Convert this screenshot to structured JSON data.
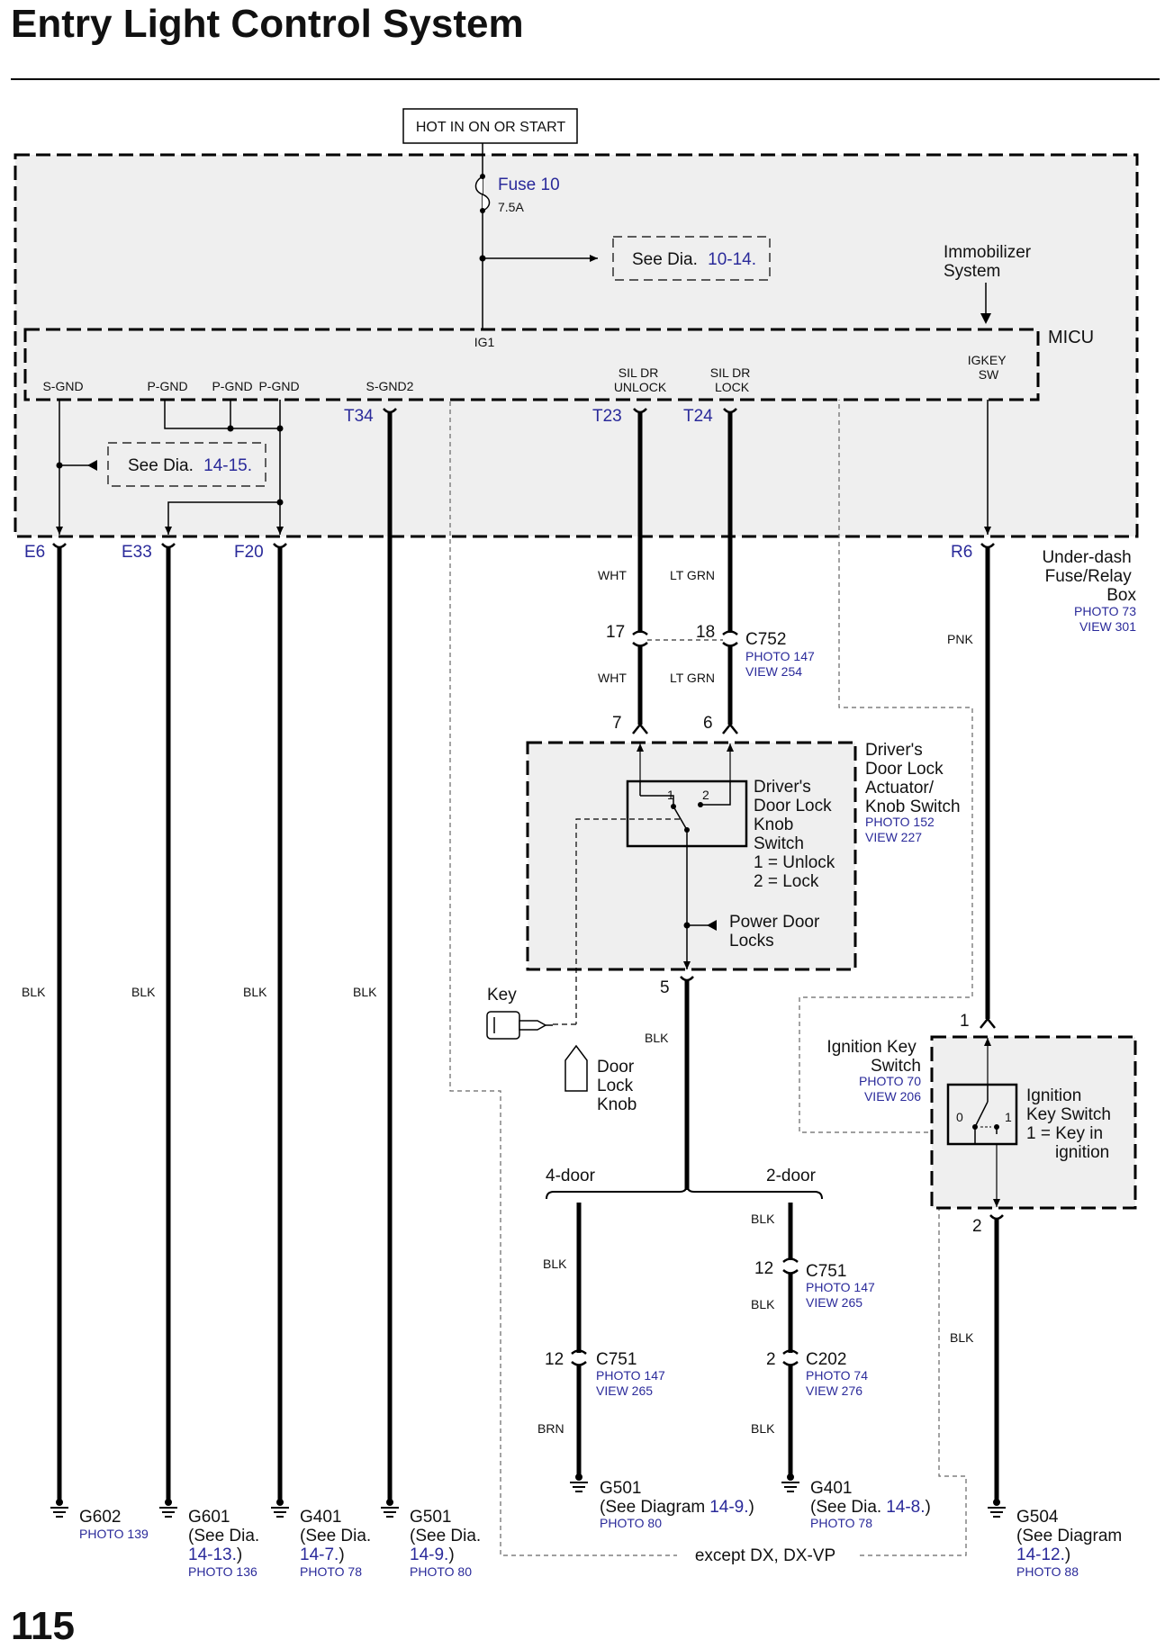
{
  "title": "Entry Light Control System",
  "page_number": "115",
  "colors": {
    "link": "#2a2a9a",
    "box_fill": "#efefef",
    "wire": "#000000"
  },
  "power": {
    "label": "HOT IN ON OR START"
  },
  "fuse": {
    "name": "Fuse 10",
    "rating": "7.5A"
  },
  "see_dia_top": {
    "prefix": "See Dia.",
    "ref": "10-14."
  },
  "see_dia_left": {
    "prefix": "See Dia.",
    "ref": "14-15."
  },
  "immobilizer": {
    "line1": "Immobilizer",
    "line2": "System"
  },
  "micu": {
    "label": "MICU",
    "ig1": "IG1",
    "pins": {
      "s_gnd": "S-GND",
      "p_gnd_1": "P-GND",
      "p_gnd_2": "P-GND",
      "p_gnd_3": "P-GND",
      "s_gnd2": "S-GND2",
      "sil_dr_unlock_1": "SIL DR",
      "sil_dr_unlock_2": "UNLOCK",
      "sil_dr_lock_1": "SIL DR",
      "sil_dr_lock_2": "LOCK",
      "igkey_1": "IGKEY",
      "igkey_2": "SW"
    }
  },
  "terminals": {
    "t34": "T34",
    "t23": "T23",
    "t24": "T24",
    "e6": "E6",
    "e33": "E33",
    "f20": "F20",
    "r6": "R6"
  },
  "fuse_box": {
    "line1": "Under-dash",
    "line2": "Fuse/Relay",
    "line3": "Box",
    "photo": "PHOTO 73",
    "view": "VIEW 301"
  },
  "wires": {
    "wht_upper": "WHT",
    "ltgrn_upper": "LT GRN",
    "wht_lower": "WHT",
    "ltgrn_lower": "LT GRN",
    "pnk": "PNK",
    "blk_1": "BLK",
    "blk_2": "BLK",
    "blk_3": "BLK",
    "blk_4": "BLK",
    "blk_5": "BLK",
    "blk_4door": "BLK",
    "blk_2door_top": "BLK",
    "blk_2door_mid": "BLK",
    "brn": "BRN",
    "blk_2door_bot": "BLK",
    "blk_right": "BLK"
  },
  "c752": {
    "pin17": "17",
    "pin18": "18",
    "name": "C752",
    "photo": "PHOTO 147",
    "view": "VIEW 254"
  },
  "actuator": {
    "pin7": "7",
    "pin6": "6",
    "pin5": "5",
    "title": [
      "Driver's",
      "Door Lock",
      "Actuator/",
      "Knob Switch"
    ],
    "photo": "PHOTO 152",
    "view": "VIEW 227",
    "switch_label": [
      "Driver's",
      "Door Lock",
      "Knob",
      "Switch",
      "1 = Unlock",
      "2 = Lock"
    ],
    "switch_pos1": "1",
    "switch_pos2": "2",
    "power_locks": [
      "Power Door",
      "Locks"
    ]
  },
  "key": {
    "label": "Key"
  },
  "door_knob": [
    "Door",
    "Lock",
    "Knob"
  ],
  "branches": {
    "four_door": "4-door",
    "two_door": "2-door"
  },
  "c751_left": {
    "pin": "12",
    "name": "C751",
    "photo": "PHOTO 147",
    "view": "VIEW 265"
  },
  "c751_right": {
    "pin": "12",
    "name": "C751",
    "photo": "PHOTO 147",
    "view": "VIEW 265"
  },
  "c202": {
    "pin": "2",
    "name": "C202",
    "photo": "PHOTO 74",
    "view": "VIEW 276"
  },
  "ignition": {
    "pin1": "1",
    "pin2": "2",
    "title": [
      "Ignition Key",
      "Switch"
    ],
    "photo": "PHOTO 70",
    "view": "VIEW 206",
    "switch_label": [
      "Ignition",
      "Key Switch",
      "1 = Key in",
      "ignition"
    ],
    "pos0": "0",
    "pos1": "1"
  },
  "grounds": {
    "g602": {
      "name": "G602",
      "photo": "PHOTO 139"
    },
    "g601": {
      "name": "G601",
      "see": "(See Dia.",
      "ref": "14-13.",
      "close": ")",
      "photo": "PHOTO 136"
    },
    "g401_left": {
      "name": "G401",
      "see": "(See Dia.",
      "ref": "14-7.",
      "close": ")",
      "photo": "PHOTO 78"
    },
    "g501_left": {
      "name": "G501",
      "see": "(See Dia.",
      "ref": "14-9.",
      "close": ")",
      "photo": "PHOTO 80"
    },
    "g501_mid": {
      "name": "G501",
      "see": "(See Diagram",
      "ref": "14-9.",
      "close": ")",
      "photo": "PHOTO 80"
    },
    "g401_mid": {
      "name": "G401",
      "see": "(See Dia.",
      "ref": "14-8.",
      "close": ")",
      "photo": "PHOTO 78"
    },
    "g504": {
      "name": "G504",
      "see": "(See Diagram",
      "ref": "14-12.",
      "close": ")",
      "photo": "PHOTO 88"
    }
  },
  "except_note": "except DX, DX-VP"
}
